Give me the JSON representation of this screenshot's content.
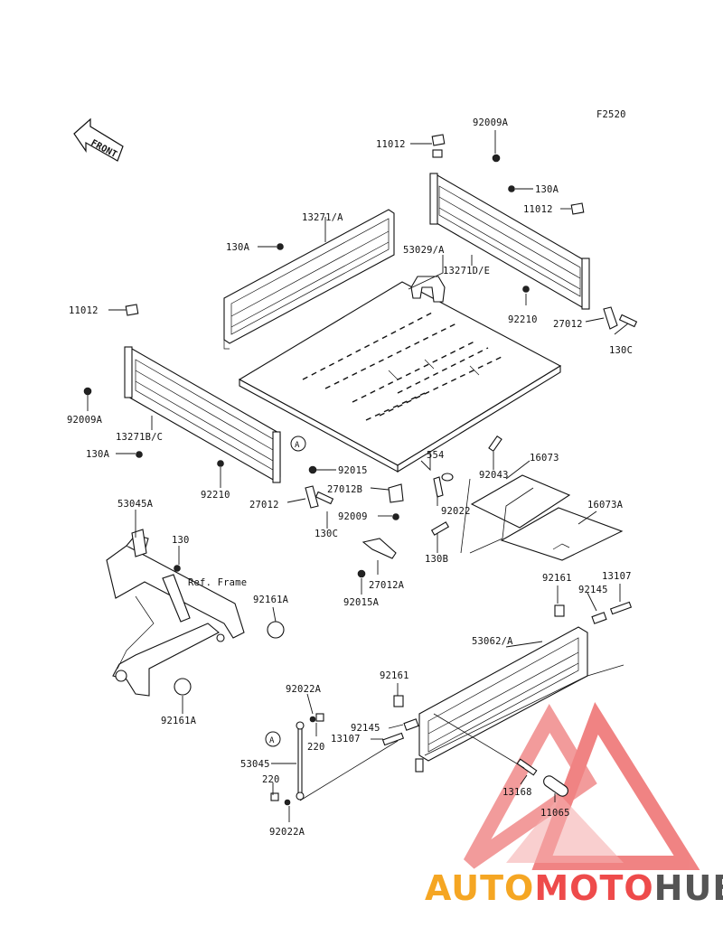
{
  "figure_code": "F2520",
  "front_label": "FRONT",
  "ref_frame_label": "Ref. Frame",
  "callout_a": "A",
  "labels": {
    "l_11012_top": "11012",
    "l_92009A_top": "92009A",
    "l_130A_right": "130A",
    "l_11012_right": "11012",
    "l_13271A": "13271/A",
    "l_130A_left": "130A",
    "l_53029A": "53029/A",
    "l_13271DE": "13271D/E",
    "l_11012_left": "11012",
    "l_92210_right": "92210",
    "l_27012_right": "27012",
    "l_130C_right": "130C",
    "l_92009A_left": "92009A",
    "l_13271BC": "13271B/C",
    "l_130A_lower": "130A",
    "l_92015": "92015",
    "l_554": "554",
    "l_16073": "16073",
    "l_92043": "92043",
    "l_92210_left": "92210",
    "l_27012B": "27012B",
    "l_27012_left": "27012",
    "l_92022": "92022",
    "l_16073A": "16073A",
    "l_53045A": "53045A",
    "l_92009": "92009",
    "l_130C_left": "130C",
    "l_130": "130",
    "l_130B": "130B",
    "l_27012A": "27012A",
    "l_92161A_top": "92161A",
    "l_92015A": "92015A",
    "l_92161_right": "92161",
    "l_13107_right": "13107",
    "l_92145_right": "92145",
    "l_53062A": "53062/A",
    "l_92161_mid": "92161",
    "l_92022A_top": "92022A",
    "l_92145_mid": "92145",
    "l_220_top": "220",
    "l_13107_mid": "13107",
    "l_53045": "53045",
    "l_220_bottom": "220",
    "l_92161A_bottom": "92161A",
    "l_13168": "13168",
    "l_11065": "11065",
    "l_92022A_bottom": "92022A"
  },
  "watermark": {
    "part1": "AUTO",
    "part2": "MOTO",
    "part3": "HUB",
    "color1": "#f5a623",
    "color2": "#ee4b4b",
    "color3": "#555555"
  }
}
